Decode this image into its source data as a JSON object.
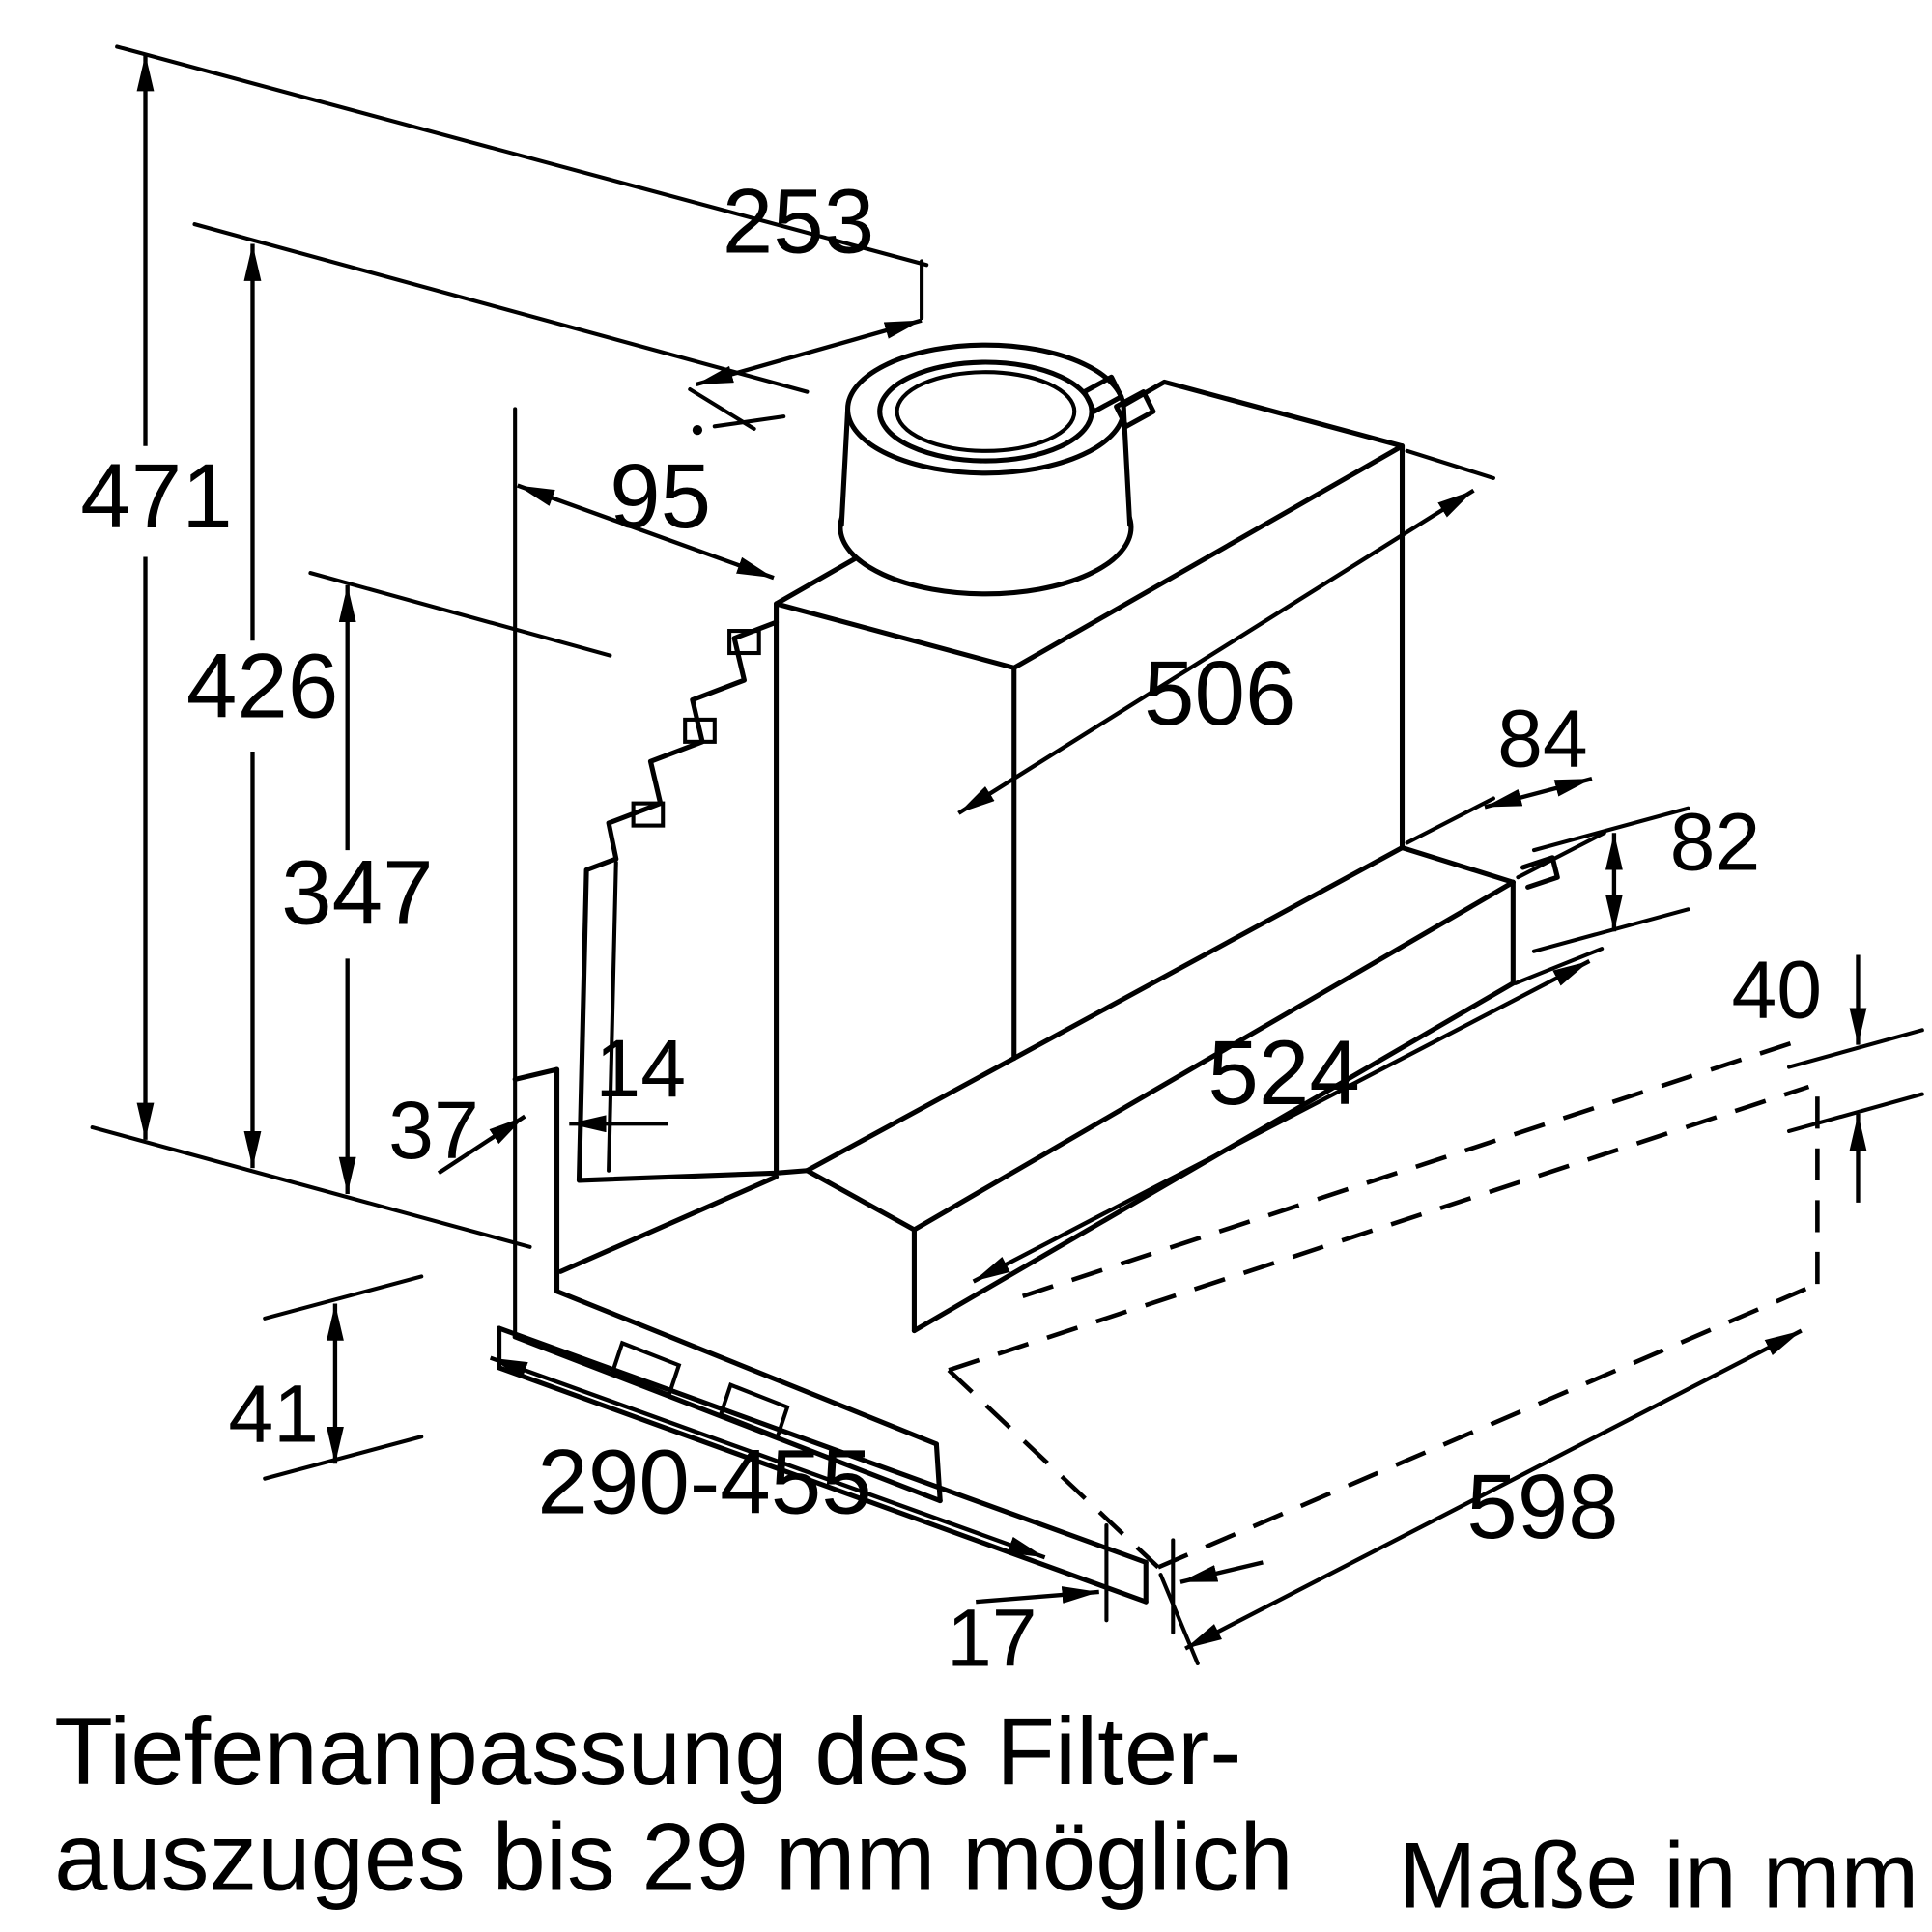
{
  "diagram": {
    "type": "technical-dimension-drawing",
    "subject": "Built-in telescopic cooker hood installation drawing",
    "units_note": "Maße in mm",
    "footnote_line1": "Tiefenanpassung des Filter-",
    "footnote_line2": "auszuges bis 29 mm möglich",
    "line_color": "#000000",
    "background_color": "#ffffff",
    "dimensions": {
      "d253": "253",
      "d471": "471",
      "d95": "95",
      "d426": "426",
      "d347": "347",
      "d506": "506",
      "d84": "84",
      "d82": "82",
      "d40": "40",
      "d524": "524",
      "d14": "14",
      "d37": "37",
      "d41": "41",
      "d290_455": "290-455",
      "d598": "598",
      "d17": "17"
    }
  }
}
